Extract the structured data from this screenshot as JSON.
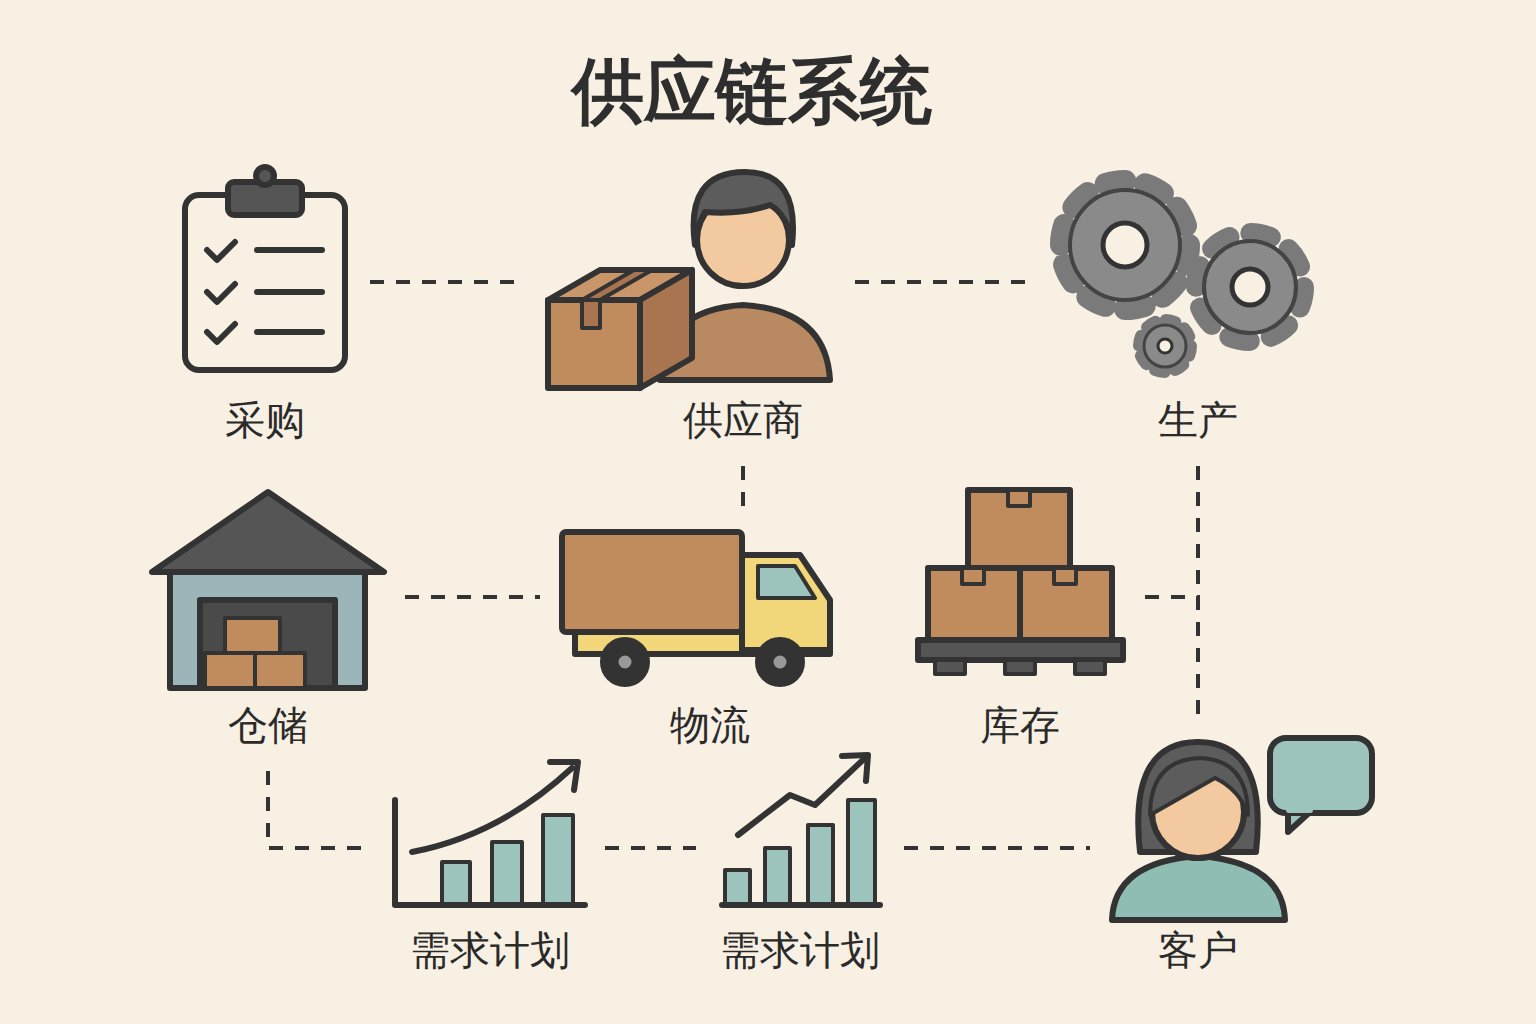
{
  "diagram": {
    "title": "供应链系统",
    "nodes": [
      {
        "text": [
          "采购"
        ]
      },
      {
        "text": [
          "供应商"
        ]
      },
      {
        "text": [
          "生产"
        ]
      },
      {
        "text": [
          "仓储"
        ]
      },
      {
        "text": [
          "物流"
        ]
      },
      {
        "text": [
          "库存"
        ]
      },
      {
        "text": [
          "需求计划"
        ]
      },
      {
        "text": [
          "需求计划"
        ]
      },
      {
        "text": [
          "客户"
        ]
      }
    ],
    "edges": [
      {
        "from": 0,
        "to": 1,
        "arrow": "none"
      },
      {
        "from": 1,
        "to": 2,
        "arrow": "none"
      },
      {
        "from": 1,
        "to": 4,
        "arrow": "none"
      },
      {
        "from": 3,
        "to": 4,
        "arrow": "none"
      },
      {
        "from": 2,
        "to": 8,
        "arrow": "none"
      },
      {
        "from": 5,
        "to": 8,
        "arrow": "none"
      },
      {
        "from": 3,
        "to": 6,
        "arrow": "none"
      },
      {
        "from": 6,
        "to": 7,
        "arrow": "none"
      },
      {
        "from": 7,
        "to": 8,
        "arrow": "none"
      }
    ]
  }
}
